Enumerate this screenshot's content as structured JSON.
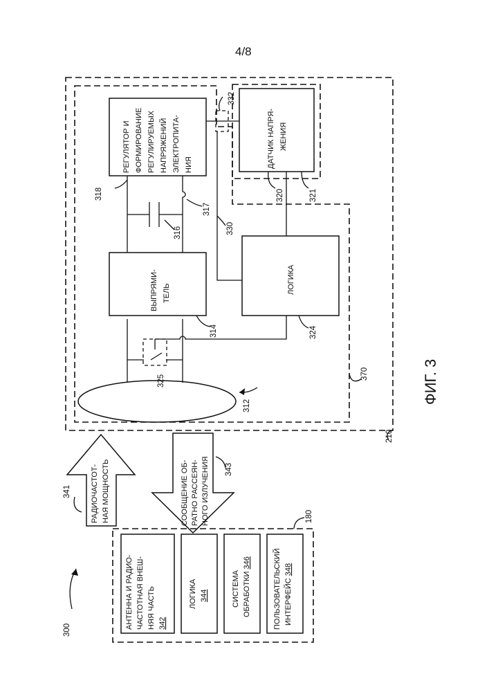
{
  "page_number": "4/8",
  "figure_label": "ФИГ. 3",
  "refs": {
    "r300": "300",
    "r180": "180",
    "r210": "210",
    "r312": "312",
    "r314": "314",
    "r316": "316",
    "r317": "317",
    "r318": "318",
    "r320": "320",
    "r321": "321",
    "r324": "324",
    "r325": "325",
    "r330": "330",
    "r332": "332",
    "r341": "341",
    "r343": "343",
    "r370": "370"
  },
  "blocks": {
    "regulator": [
      "РЕГУЛЯТОР И",
      "ФОРМИРОВАНИЕ",
      "РЕГУЛИРУЕМЫХ",
      "НАПРЯЖЕНИЙ",
      "ЭЛЕКТРОПИТА-",
      "НИЯ"
    ],
    "voltage_sensor": [
      "ДАТЧИК НАПРЯ-",
      "ЖЕНИЯ"
    ],
    "rectifier": [
      "ВЫПРЯМИ-",
      "ТЕЛЬ"
    ],
    "logic": [
      "ЛОГИКА"
    ]
  },
  "arrows": {
    "rf_power": [
      "РАДИОЧАСТОТ-",
      "НАЯ МОЩНОСТЬ"
    ],
    "backscatter": [
      "СООБЩЕНИЕ ОБ-",
      "РАТНО РАССЕЯН-",
      "НОГО ИЗЛУЧЕНИЯ"
    ]
  },
  "reader": {
    "antenna": {
      "lines": [
        "АНТЕННА И РАДИО-",
        "ЧАСТОТНАЯ ВНЕШ-",
        "НЯЯ ЧАСТЬ"
      ],
      "num": "342"
    },
    "logic": {
      "label": "ЛОГИКА",
      "num": "344"
    },
    "processing": {
      "label1": "СИСТЕМА",
      "label2": "ОБРАБОТКИ ",
      "num": "346"
    },
    "ui": {
      "label1": "ПОЛЬЗОВАТЕЛЬСКИЙ",
      "label2": "ИНТЕРФЕЙС ",
      "num": "348"
    }
  }
}
